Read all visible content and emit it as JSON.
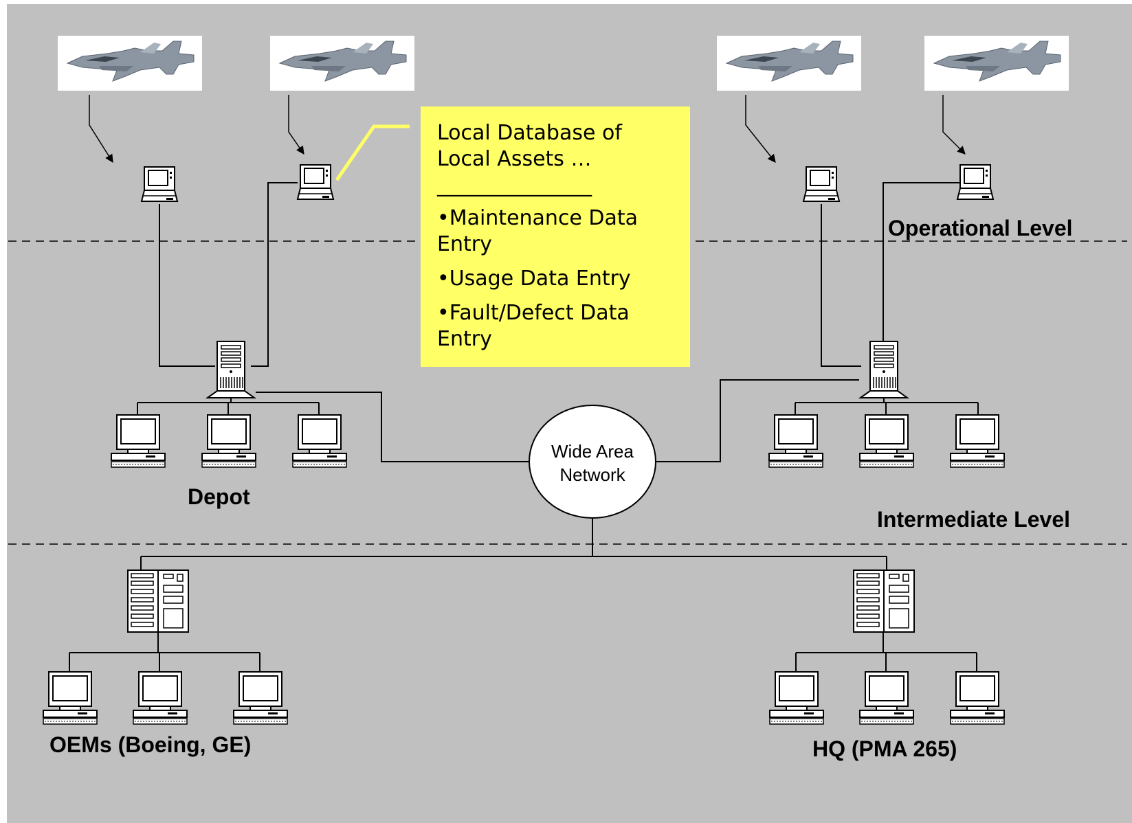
{
  "levels": {
    "operational": "Operational Level",
    "intermediate": "Intermediate Level"
  },
  "sites": {
    "depot": "Depot",
    "oems": "OEMs (Boeing, GE)",
    "hq": "HQ (PMA 265)"
  },
  "wan": {
    "line1": "Wide Area",
    "line2": "Network"
  },
  "callout": {
    "line1": "Local Database of",
    "line2": "Local Assets …",
    "separator": "________________",
    "bullets": [
      "•Maintenance Data Entry",
      "•Usage Data Entry",
      "•Fault/Defect Data Entry"
    ]
  },
  "colors": {
    "background": "#c0c0c0",
    "callout": "#ffff66",
    "callout_leader": "#ffff66",
    "lines": "#000000"
  },
  "icons": [
    "fighter-jet-icon",
    "laptop-icon",
    "tower-server-icon",
    "desktop-computer-icon",
    "mainframe-server-icon"
  ]
}
